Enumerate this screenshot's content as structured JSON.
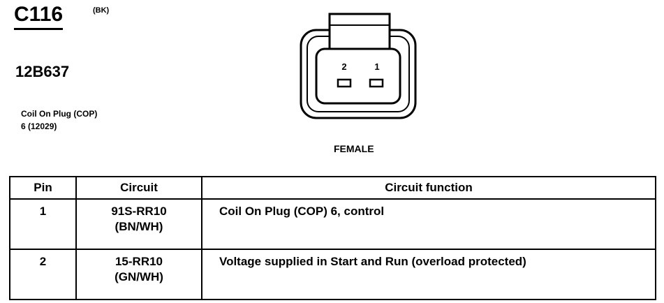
{
  "connector": {
    "id": "C116",
    "color_code": "(BK)",
    "part_number": "12B637",
    "description_line1": "Coil On Plug (COP)",
    "description_line2": "6 (12029)",
    "gender": "FEMALE",
    "pin_labels": [
      "2",
      "1"
    ]
  },
  "table": {
    "headers": [
      "Pin",
      "Circuit",
      "Circuit function"
    ],
    "rows": [
      {
        "pin": "1",
        "circuit_line1": "91S-RR10",
        "circuit_line2": "(BN/WH)",
        "function": "Coil On Plug (COP) 6, control"
      },
      {
        "pin": "2",
        "circuit_line1": "15-RR10",
        "circuit_line2": "(GN/WH)",
        "function": "Voltage supplied in Start and Run (overload protected)"
      }
    ]
  }
}
